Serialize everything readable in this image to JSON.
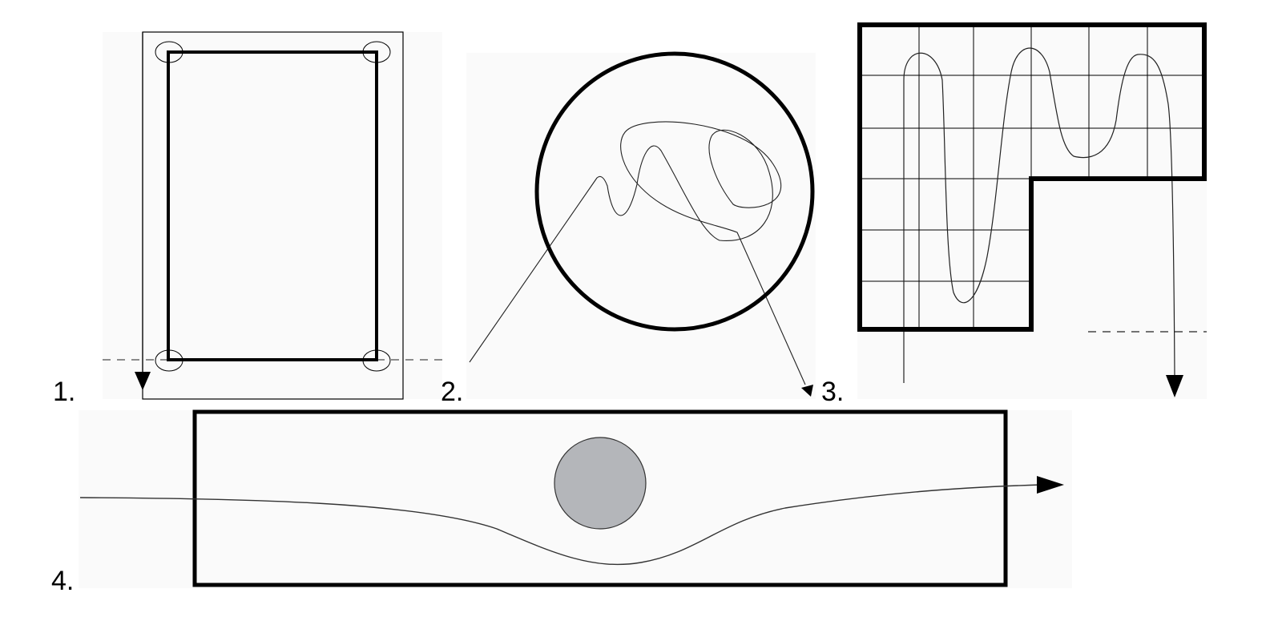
{
  "labels": {
    "fig1": "1.",
    "fig2": "2.",
    "fig3": "3.",
    "fig4": "4."
  },
  "colors": {
    "panel_background": "#fafafa",
    "stroke": "#000000",
    "dashed_line": "#666666",
    "obstacle_fill": "#b4b6ba"
  }
}
